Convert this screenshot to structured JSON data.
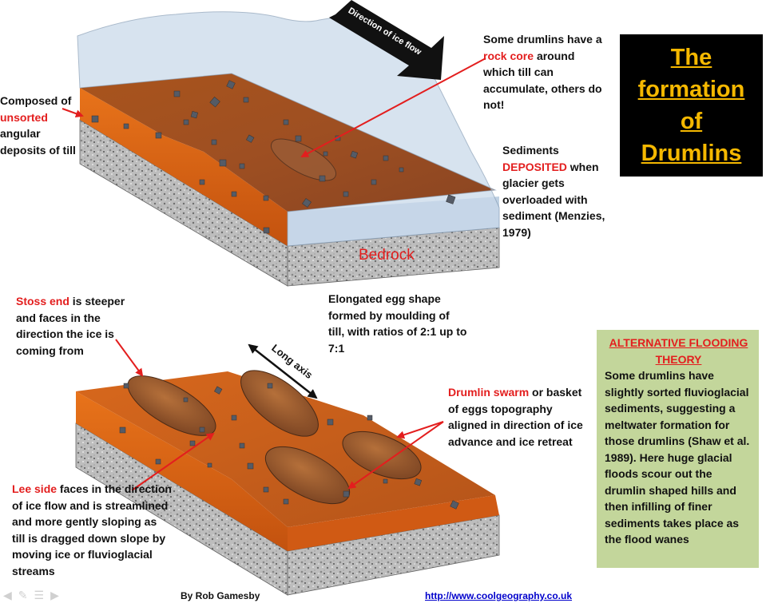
{
  "title": {
    "lines": [
      "The",
      "formation",
      "of",
      "Drumlins"
    ]
  },
  "labels": {
    "arrow_direction": "Direction of ice flow",
    "bedrock": "Bedrock",
    "long_axis": "Long axis"
  },
  "annotations": {
    "composed": {
      "before": "Composed of",
      "highlight": "unsorted",
      "after": "angular deposits of till"
    },
    "rock_core": {
      "before": "Some drumlins have a",
      "highlight": "rock core",
      "after": "around which till can accumulate, others do not!"
    },
    "sediments": {
      "before": "Sediments",
      "highlight": "DEPOSITED",
      "after": "when glacier gets overloaded with sediment (Menzies, 1979)"
    },
    "stoss": {
      "highlight": "Stoss end",
      "after": "is steeper and faces in the direction the ice is coming from"
    },
    "egg_shape": "Elongated egg shape formed by moulding of till, with ratios of 2:1 up to 7:1",
    "swarm": {
      "highlight": "Drumlin swarm",
      "after": "or basket of eggs topography aligned in direction of ice advance and ice retreat"
    },
    "lee": {
      "highlight": "Lee side",
      "after": "faces in the direction of ice flow and is streamlined and more gently sloping as till is dragged down slope by moving ice or fluvioglacial streams"
    }
  },
  "alternative": {
    "title": "ALTERNATIVE FLOODING THEORY",
    "body": "Some drumlins have slightly sorted fluvioglacial sediments, suggesting a meltwater formation for those drumlins (Shaw et al. 1989). Here huge glacial floods scour out the drumlin shaped hills and then infilling of finer sediments takes place as the flood wanes"
  },
  "footer": {
    "author": "By Rob Gamesby",
    "link": "http://www.coolgeography.co.uk"
  },
  "colors": {
    "till": "#c0601a",
    "ice": "#c9d9ea",
    "bedrock": "#b9b9b9",
    "title_bg": "#000000",
    "title_text": "#f5b800",
    "alt_bg": "#c3d69b",
    "highlight": "#e31e1e"
  }
}
